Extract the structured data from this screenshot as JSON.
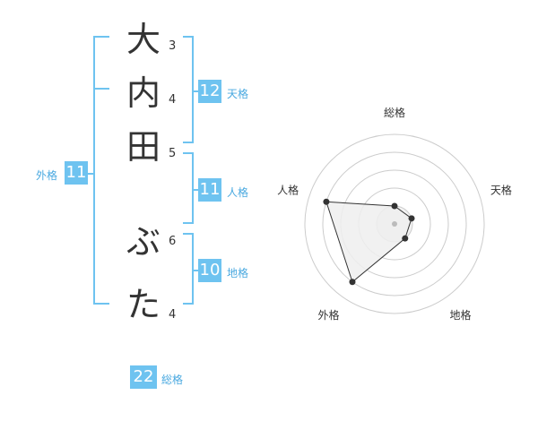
{
  "name_chars": [
    {
      "char": "大",
      "strokes": "3"
    },
    {
      "char": "内",
      "strokes": "4"
    },
    {
      "char": "田",
      "strokes": "5"
    },
    {
      "char": "ぶ",
      "strokes": "6"
    },
    {
      "char": "た",
      "strokes": "4"
    }
  ],
  "kaku": {
    "tenkaku": {
      "label": "天格",
      "value": "12"
    },
    "jinkaku": {
      "label": "人格",
      "value": "11"
    },
    "chikaku": {
      "label": "地格",
      "value": "10"
    },
    "gaikaku": {
      "label": "外格",
      "value": "11"
    },
    "soukaku": {
      "label": "総格",
      "value": "22"
    }
  },
  "chart_data": {
    "type": "radar",
    "axes": [
      "総格",
      "天格",
      "地格",
      "外格",
      "人格"
    ],
    "values": [
      1,
      1,
      1,
      4,
      4
    ],
    "max": 5,
    "colors": {
      "fill": "#eeeeee",
      "ring": "#cccccc",
      "line": "#333333"
    }
  }
}
